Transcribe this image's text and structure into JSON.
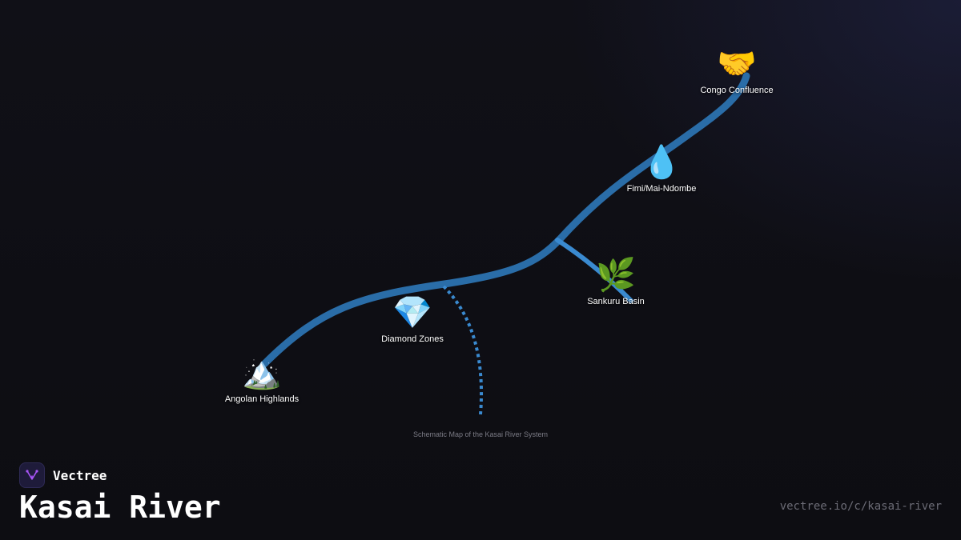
{
  "map": {
    "river_color": "#2a6da8",
    "tributary_color": "#3a8ad0",
    "dotted_color": "#3a8ad0",
    "caption": "Schematic Map of the Kasai River System",
    "markers": [
      {
        "id": "congo-confluence",
        "label": "Congo Confluence",
        "icon": "handshake-icon",
        "glyph": "🤝"
      },
      {
        "id": "fimi-mai-ndombe",
        "label": "Fimi/Mai-Ndombe",
        "icon": "water-droplet-icon",
        "glyph": "💧"
      },
      {
        "id": "sankuru-basin",
        "label": "Sankuru Basin",
        "icon": "herb-icon",
        "glyph": "🌿"
      },
      {
        "id": "diamond-zones",
        "label": "Diamond Zones",
        "icon": "gem-icon",
        "glyph": "💎"
      },
      {
        "id": "angolan-highlands",
        "label": "Angolan Highlands",
        "icon": "mountain-icon",
        "glyph": "🏔️"
      }
    ]
  },
  "footer": {
    "brand_name": "Vectree",
    "brand_icon": "vectree-logo-icon",
    "brand_color": "#a855f7",
    "title": "Kasai River",
    "url": "vectree.io/c/kasai-river"
  }
}
